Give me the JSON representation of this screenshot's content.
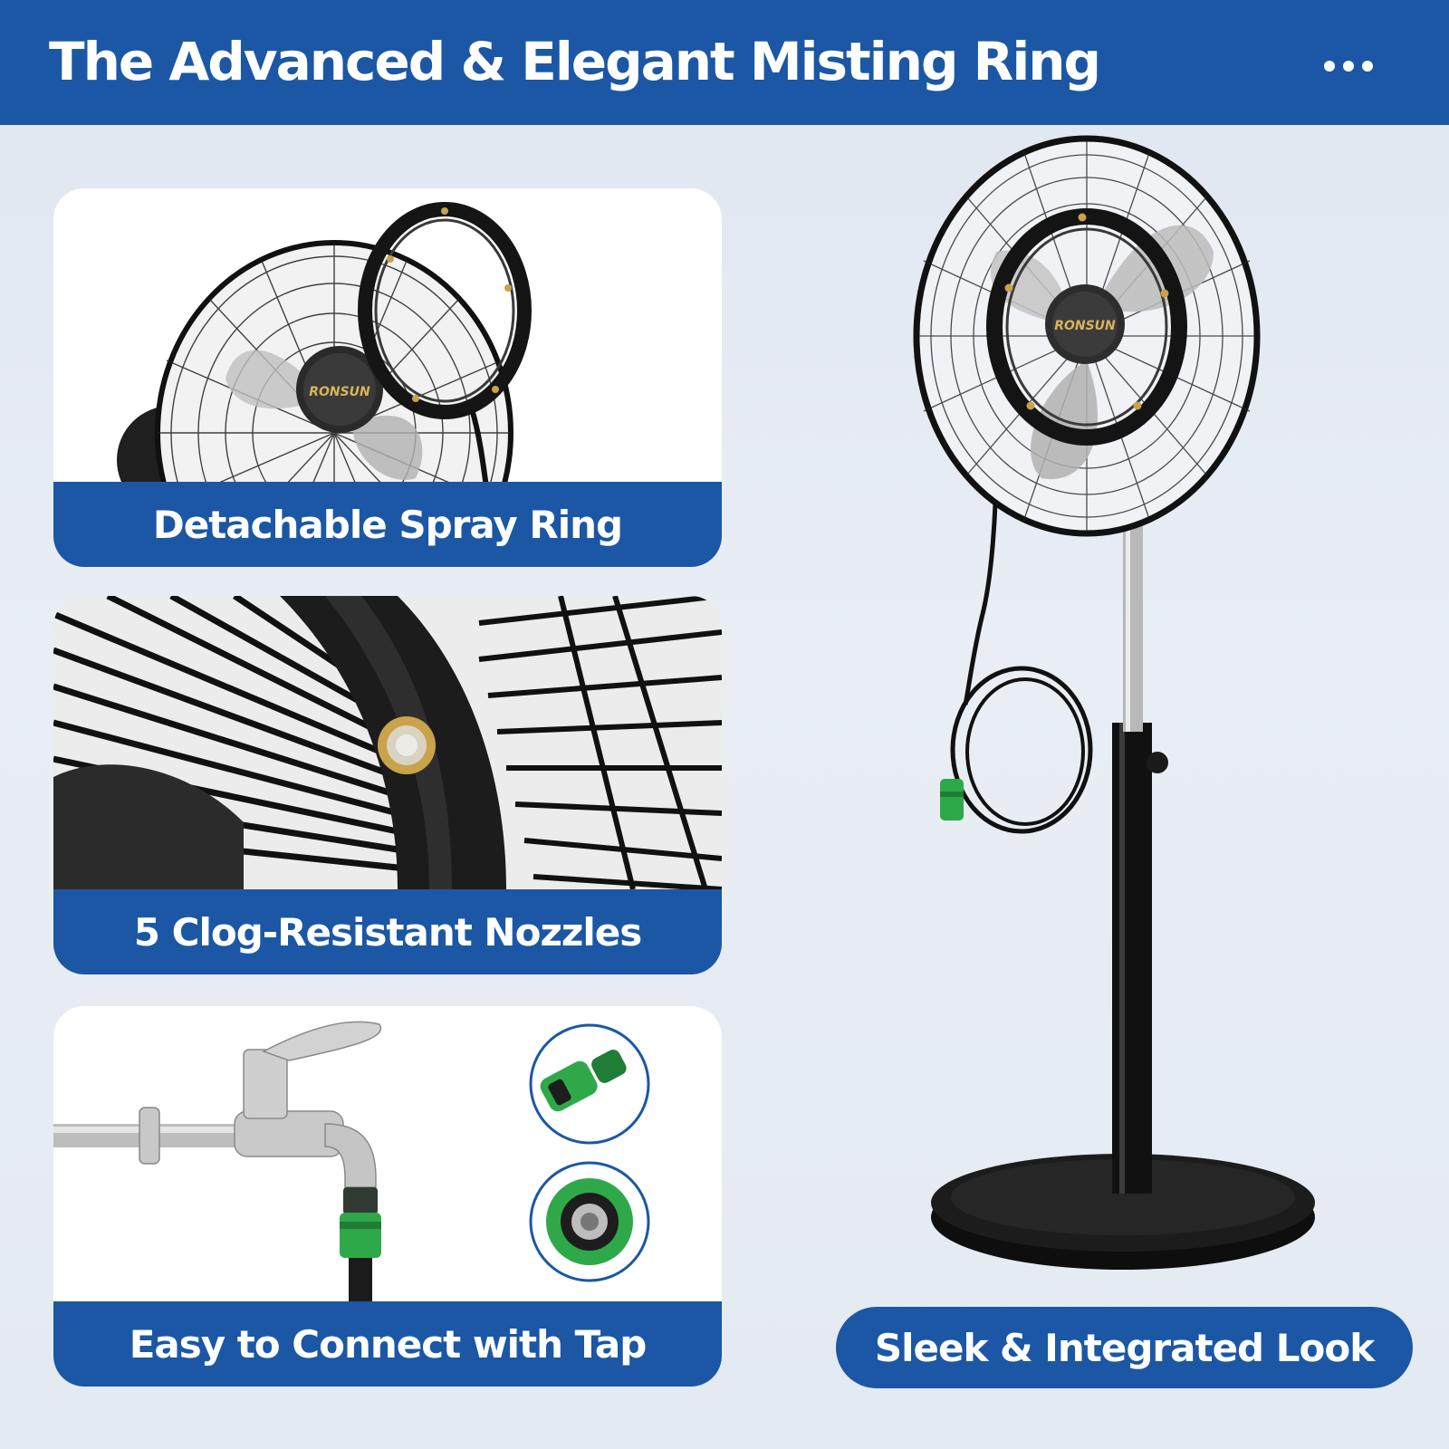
{
  "header": {
    "title": "The Advanced & Elegant Misting Ring",
    "menu_icon": "more-horizontal-icon"
  },
  "features": [
    {
      "caption": "Detachable Spray Ring",
      "logo_text": "RONSUN"
    },
    {
      "caption": "5 Clog-Resistant Nozzles"
    },
    {
      "caption": "Easy to Connect with Tap"
    }
  ],
  "product": {
    "caption": "Sleek & Integrated Look",
    "logo_text": "RONSUN"
  },
  "colors": {
    "brand_blue": "#1b57a5",
    "connector_green": "#2fa84a",
    "nozzle_brass": "#c9a24a"
  }
}
